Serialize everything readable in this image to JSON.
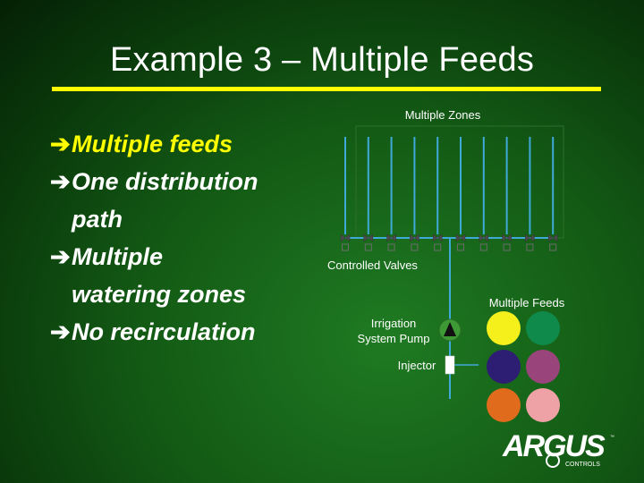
{
  "title": "Example 3 – Multiple Feeds",
  "bullets": [
    {
      "lines": [
        "Multiple feeds"
      ],
      "highlight": true
    },
    {
      "lines": [
        "One distribution",
        "path"
      ],
      "highlight": false
    },
    {
      "lines": [
        "Multiple",
        "watering zones"
      ],
      "highlight": false
    },
    {
      "lines": [
        "No recirculation"
      ],
      "highlight": false
    }
  ],
  "diagram": {
    "zones_label": "Multiple Zones",
    "valves_label": "Controlled Valves",
    "feeds_label": "Multiple Feeds",
    "pump_label_line1": "Irrigation",
    "pump_label_line2": "System Pump",
    "injector_label": "Injector",
    "zone_count": 10,
    "feed_colors": [
      "#f5ef1c",
      "#0f8a4a",
      "#2d1d73",
      "#99457c",
      "#e06b1c",
      "#eea2a6"
    ],
    "pipe_color": "#3fa9d8"
  },
  "logo": {
    "brand": "ARGUS",
    "sub": "CONTROLS"
  },
  "colors": {
    "accent": "#ffff00",
    "text": "#ffffff"
  }
}
